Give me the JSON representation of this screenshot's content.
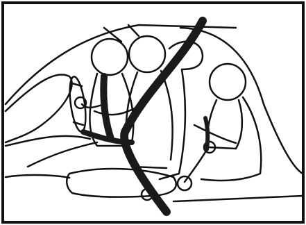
{
  "figure": {
    "kind": "line-illustration",
    "colors": {
      "background": "#ffffff",
      "ink": "#111111",
      "belt": "#1a1a1a"
    },
    "occupants": [
      "adult-driver",
      "front-passenger",
      "child-rear"
    ]
  }
}
